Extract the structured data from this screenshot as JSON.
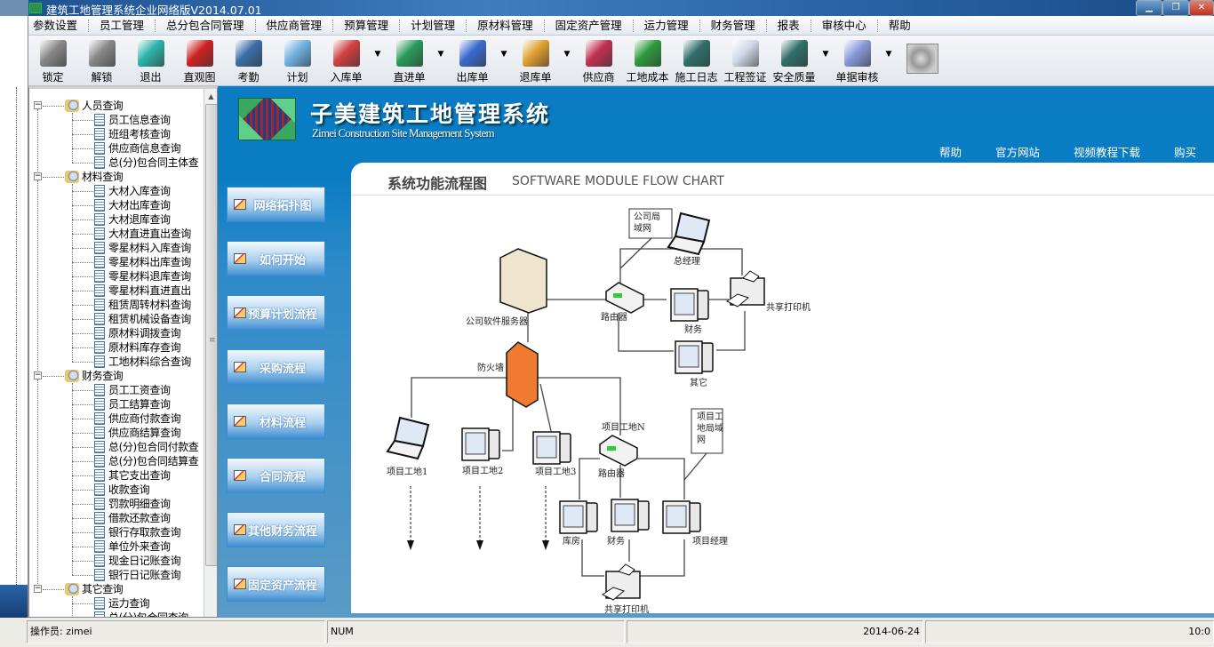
{
  "window": {
    "title": "建筑工地管理系统企业网络版V2014.07.01",
    "controls": [
      "minimize",
      "restore",
      "close"
    ]
  },
  "menu": [
    "参数设置",
    "员工管理",
    "总分包合同管理",
    "供应商管理",
    "预算管理",
    "计划管理",
    "原材料管理",
    "固定资产管理",
    "运力管理",
    "财务管理",
    "报表",
    "审核中心",
    "帮助"
  ],
  "toolbar": [
    {
      "label": "锁定",
      "icon": "lock-icon",
      "color": "#888888"
    },
    {
      "label": "解锁",
      "icon": "unlock-icon",
      "color": "#888888"
    },
    {
      "label": "退出",
      "icon": "exit-door-icon",
      "color": "#2bb3a8"
    },
    {
      "label": "直观图",
      "icon": "bar-chart-icon",
      "color": "#cc2222"
    },
    {
      "label": "考勤",
      "icon": "attendance-clock-icon",
      "color": "#3a6ea8"
    },
    {
      "label": "计划",
      "icon": "folder-icon",
      "color": "#6fb0e0"
    },
    {
      "label": "入库单",
      "icon": "house-red-icon",
      "color": "#d04040",
      "dropdown": true
    },
    {
      "label": "直进单",
      "icon": "house-green-icon",
      "color": "#2a9a5a",
      "dropdown": true
    },
    {
      "label": "出库单",
      "icon": "house-blue-icon",
      "color": "#3a6ad0",
      "dropdown": true
    },
    {
      "label": "退库单",
      "icon": "house-orange-icon",
      "color": "#e0a030",
      "dropdown": true
    },
    {
      "label": "供应商",
      "icon": "people-icon",
      "color": "#c03050"
    },
    {
      "label": "工地成本",
      "icon": "money-bag-icon",
      "color": "#2a9a3a"
    },
    {
      "label": "施工日志",
      "icon": "notebook-icon",
      "color": "#2f6f6a"
    },
    {
      "label": "工程签证",
      "icon": "document-icon",
      "color": "#cfd8e8"
    },
    {
      "label": "安全质量",
      "icon": "notebook-icon",
      "color": "#2f6f6a",
      "dropdown": true
    },
    {
      "label": "单据审核",
      "icon": "document-review-icon",
      "color": "#8a9ad8",
      "dropdown": true
    }
  ],
  "speaker_icon": "speaker-icon",
  "tree": [
    {
      "label": "人员查询",
      "children": [
        "员工信息查询",
        "班组考核查询",
        "供应商信息查询",
        "总(分)包合同主体查"
      ]
    },
    {
      "label": "材料查询",
      "children": [
        "大材入库查询",
        "大材出库查询",
        "大材退库查询",
        "大材直进直出查询",
        "零星材料入库查询",
        "零星材料出库查询",
        "零星材料退库查询",
        "零星材料直进直出",
        "租赁周转材料查询",
        "租赁机械设备查询",
        "原材料调拨查询",
        "原材料库存查询",
        "工地材料综合查询"
      ]
    },
    {
      "label": "财务查询",
      "children": [
        "员工工资查询",
        "员工结算查询",
        "供应商付款查询",
        "供应商结算查询",
        "总(分)包合同付款查",
        "总(分)包合同结算查",
        "其它支出查询",
        "收款查询",
        "罚款明细查询",
        "借款还款查询",
        "银行存取款查询",
        "单位外来查询",
        "现金日记账查询",
        "银行日记账查询"
      ]
    },
    {
      "label": "其它查询",
      "children": [
        "运力查询",
        "总(分)包合同查询"
      ]
    }
  ],
  "header": {
    "brand_cn": "子美建筑工地管理系统",
    "brand_en": "Zimei Construction Site Management System",
    "links": [
      "帮助",
      "官方网站",
      "视频教程下载",
      "购买"
    ],
    "accent": "#0a7cc4"
  },
  "flow_buttons": [
    "网络拓扑图",
    "如何开始",
    "预算计划流程",
    "采购流程",
    "材料流程",
    "合同流程",
    "其他财务流程",
    "固定资产流程"
  ],
  "panel": {
    "title": "系统功能流程图",
    "subtitle": "SOFTWARE MODULE FLOW CHART"
  },
  "diagram": {
    "labels": {
      "server": "公司软件服务器",
      "firewall": "防火墙",
      "router1": "路由器",
      "lan1": [
        "公司局",
        "域网"
      ],
      "gm": "总经理",
      "finance1": "财务",
      "printer1": "共享打印机",
      "other": "其它",
      "site1": "项目工地1",
      "site2": "项目工地2",
      "site3": "项目工地3",
      "siteN": "项目工地N",
      "router2": "路由器",
      "lan2": [
        "项目工",
        "地局域",
        "网"
      ],
      "warehouse": "库房",
      "finance2": "财务",
      "pm": "项目经理",
      "printer2": "共享打印机"
    }
  },
  "status": {
    "operator": "操作员: zimei",
    "num": "NUM",
    "empty": "",
    "date": "2014-06-24",
    "time": "10:0"
  }
}
